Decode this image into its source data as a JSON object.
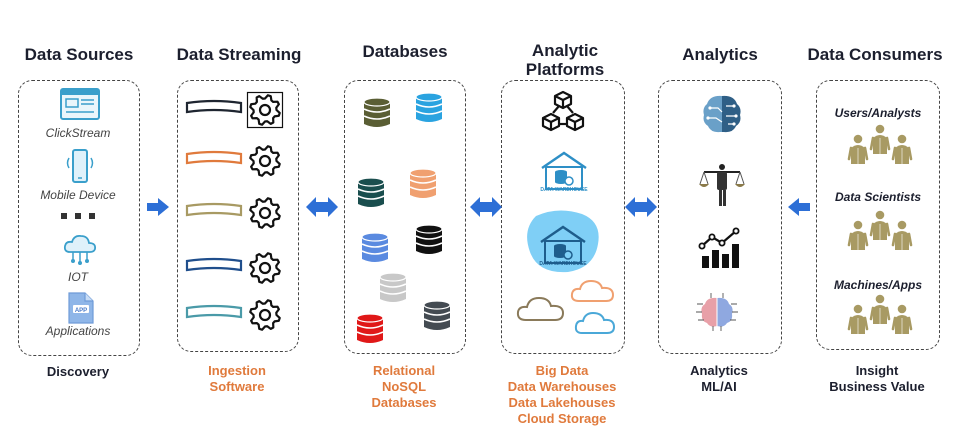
{
  "columns": {
    "sources": {
      "title": "Data Sources",
      "footer": [
        "Discovery"
      ],
      "items": [
        "ClickStream",
        "Mobile Device",
        "IOT",
        "Applications"
      ],
      "icons": [
        "browser-window-icon",
        "mobile-phone-icon",
        "more-dots-icon",
        "cloud-network-icon",
        "app-file-icon"
      ]
    },
    "streaming": {
      "title": "Data Streaming",
      "footer": [
        "Ingestion",
        "Software"
      ]
    },
    "databases": {
      "title": "Databases",
      "footer": [
        "Relational",
        "NoSQL",
        "Databases"
      ]
    },
    "platforms": {
      "title": "Analytic Platforms",
      "title_lines": [
        "Analytic",
        "Platforms"
      ],
      "footer": [
        "Big Data",
        "Data Warehouses",
        "Data Lakehouses",
        "Cloud Storage"
      ],
      "warehouse_caption": "DATA WAREHOUSE"
    },
    "analytics": {
      "title": "Analytics",
      "footer": [
        "Analytics",
        "ML/AI"
      ],
      "icons": [
        "ai-brain-icon",
        "balance-scale-icon",
        "bar-chart-icon",
        "circuit-brain-icon"
      ]
    },
    "consumers": {
      "title": "Data Consumers",
      "footer": [
        "Insight",
        "Business Value"
      ],
      "groups": [
        "Users/Analysts",
        "Data Scientists",
        "Machines/Apps"
      ]
    }
  },
  "colors": {
    "accent_orange": "#e07a3c",
    "arrow_blue": "#2d6fd6",
    "people_tan": "#a89a63",
    "pipe_colors": [
      "#1e2530",
      "#e07a3c",
      "#a89a63",
      "#1f4e8c",
      "#4a9aa8"
    ],
    "db_colors": [
      "#5a5e34",
      "#2aa3e0",
      "#1a4e4e",
      "#f0a070",
      "#5a8ae0",
      "#111111",
      "#c8c8c8",
      "#444b52",
      "#e01818"
    ]
  }
}
